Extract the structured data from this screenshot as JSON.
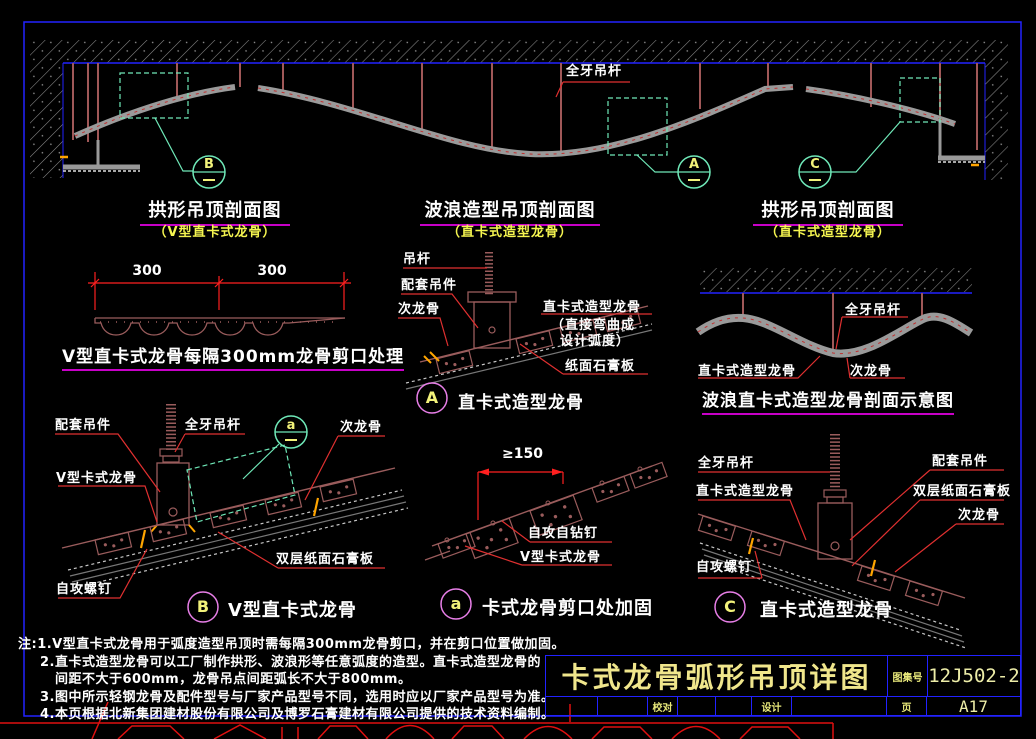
{
  "colors": {
    "frame_blue": "#2222FF",
    "hatch_gray": "#8A8A8A",
    "rod_red": "#A05858",
    "keel_brown": "#9A5C5C",
    "leader_red": "#E03030",
    "marker_green": "#6FE8B8",
    "circle_violet": "#E87FE8",
    "underline_magenta": "#C800C8",
    "accent_yellow": "#F5F550",
    "title_khaki": "#F0E68C",
    "accent_orange": "#FFA500"
  },
  "top_drawing": {
    "hanger_rod_label": "全牙吊杆",
    "markers": {
      "b": "B",
      "a": "A",
      "c": "C"
    },
    "captions": [
      {
        "title": "拱形吊顶剖面图",
        "subtitle": "（V型直卡式龙骨）"
      },
      {
        "title": "波浪造型吊顶剖面图",
        "subtitle": "（直卡式造型龙骨）"
      },
      {
        "title": "拱形吊顶剖面图",
        "subtitle": "（直卡式造型龙骨）"
      }
    ]
  },
  "notch_detail": {
    "dims": [
      "300",
      "300"
    ],
    "title": "V型直卡式龙骨每隔300mm龙骨剪口处理"
  },
  "detail_a_mid": {
    "marker": "A",
    "title": "直卡式造型龙骨",
    "labels": {
      "hanger": "吊杆",
      "coupler": "配套吊件",
      "secondary": "次龙骨",
      "keel_line1": "直卡式造型龙骨",
      "keel_line2": "（直接弯曲成",
      "keel_line3": "设计弧度）",
      "board": "纸面石膏板"
    }
  },
  "wave_detail": {
    "title": "波浪直卡式造型龙骨剖面示意图",
    "labels": {
      "hanger": "全牙吊杆",
      "keel": "直卡式造型龙骨",
      "secondary": "次龙骨"
    }
  },
  "detail_b": {
    "marker": "B",
    "submarker": "a",
    "title": "V型直卡式龙骨",
    "labels": {
      "coupler": "配套吊件",
      "hanger": "全牙吊杆",
      "secondary": "次龙骨",
      "keel": "V型卡式龙骨",
      "board": "双层纸面石膏板",
      "screw": "自攻螺钉"
    }
  },
  "detail_a_small": {
    "marker": "a",
    "title": "卡式龙骨剪口处加固",
    "dim": "≥150",
    "labels": {
      "screw": "自攻自钻钉",
      "keel": "V型卡式龙骨"
    }
  },
  "detail_c": {
    "marker": "C",
    "title": "直卡式造型龙骨",
    "labels": {
      "hanger": "全牙吊杆",
      "keel": "直卡式造型龙骨",
      "screw": "自攻螺钉",
      "coupler": "配套吊件",
      "board": "双层纸面石膏板",
      "secondary": "次龙骨"
    }
  },
  "notes": {
    "lines": [
      "注:1.V型直卡式龙骨用于弧度造型吊顶时需每隔300mm龙骨剪口，并在剪口位置做加固。",
      "2.直卡式造型龙骨可以工厂制作拱形、波浪形等任意弧度的造型。直卡式造型龙骨的",
      "间距不大于600mm，龙骨吊点间距弧长不大于800mm。",
      "3.图中所示轻钢龙骨及配件型号与厂家产品型号不同，选用时应以厂家产品型号为准。",
      "4.本页根据北新集团建材股份有限公司及博罗石膏建材有限公司提供的技术资料编制。"
    ]
  },
  "title_block": {
    "drawing_title": "卡式龙骨弧形吊顶详图",
    "atlas_label": "图集号",
    "atlas_no": "12J502-2",
    "check_label": "校对",
    "design_label": "设计",
    "page_label": "页",
    "page_no": "A17"
  }
}
